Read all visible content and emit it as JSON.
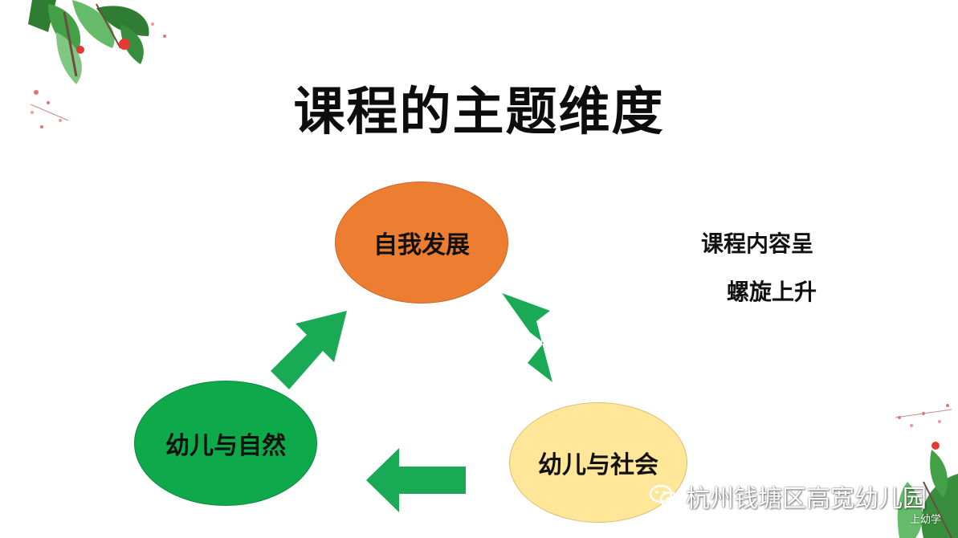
{
  "slide": {
    "title": "课程的主题维度",
    "nodes": {
      "top": "自我发展",
      "left": "幼儿与自然",
      "right": "幼儿与社会"
    },
    "side_note": {
      "line1": "课程内容呈",
      "line2": "螺旋上升"
    }
  },
  "colors": {
    "top_circle": "#ed7d31",
    "left_circle": "#0ea94a",
    "right_circle": "#ffe699",
    "arrow": "#1aaa55"
  },
  "watermark": {
    "icon": "wechat-icon",
    "text": "杭州钱塘区高宽幼儿园",
    "sub": "上幼学"
  }
}
